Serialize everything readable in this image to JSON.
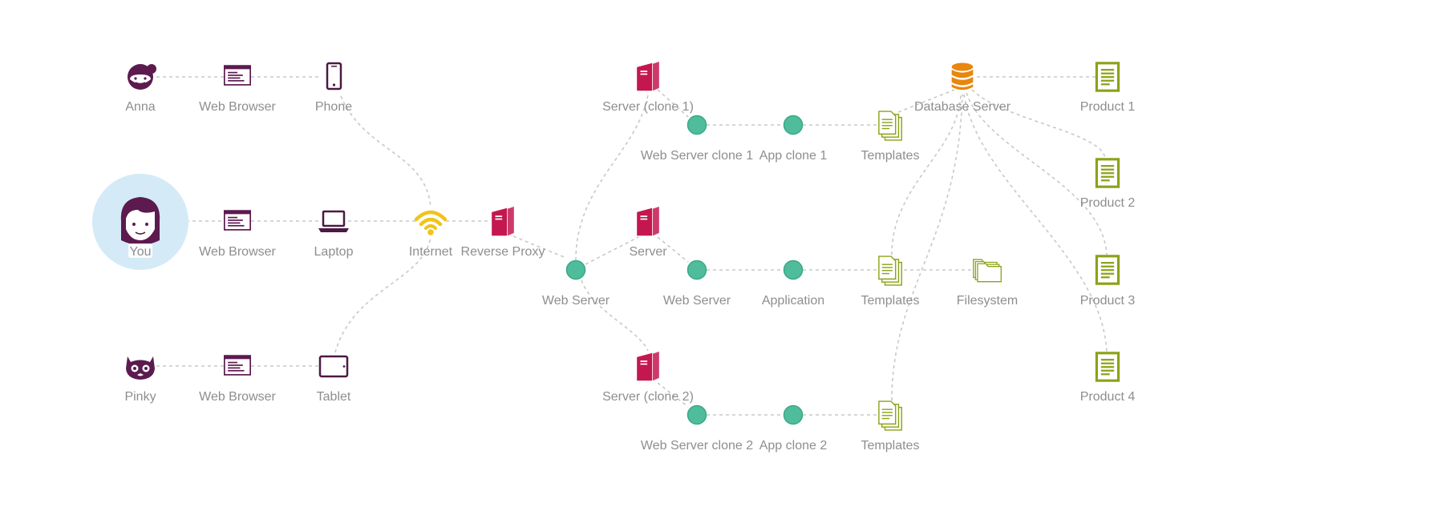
{
  "colors": {
    "person": "#5c1a4f",
    "device": "#4a1a42",
    "server": "#c4174f",
    "internet": "#f0c419",
    "process": "#4fbd9b",
    "database": "#e8860e",
    "document": "#8ba318",
    "highlight": "#d4eaf7",
    "edge": "#c8c8c8",
    "label": "#8e8e8e"
  },
  "nodes": {
    "anna": {
      "label": "Anna",
      "icon": "girl-face-icon"
    },
    "anna_browser": {
      "label": "Web Browser",
      "icon": "browser-window-icon"
    },
    "phone": {
      "label": "Phone",
      "icon": "phone-icon"
    },
    "you": {
      "label": "You",
      "icon": "boy-face-icon"
    },
    "you_browser": {
      "label": "Web Browser",
      "icon": "browser-window-icon"
    },
    "laptop": {
      "label": "Laptop",
      "icon": "laptop-icon"
    },
    "internet": {
      "label": "Internet",
      "icon": "wifi-icon"
    },
    "reverse_proxy": {
      "label": "Reverse Proxy",
      "icon": "server-icon"
    },
    "pinky": {
      "label": "Pinky",
      "icon": "cat-face-icon"
    },
    "pinky_browser": {
      "label": "Web Browser",
      "icon": "browser-window-icon"
    },
    "tablet": {
      "label": "Tablet",
      "icon": "tablet-icon"
    },
    "web_server": {
      "label": "Web Server",
      "icon": "circle-node-icon"
    },
    "server_clone1": {
      "label": "Server (clone 1)",
      "icon": "server-icon"
    },
    "server": {
      "label": "Server",
      "icon": "server-icon"
    },
    "server_clone2": {
      "label": "Server (clone 2)",
      "icon": "server-icon"
    },
    "ws_clone1": {
      "label": "Web Server clone 1",
      "icon": "circle-node-icon"
    },
    "ws": {
      "label": "Web Server",
      "icon": "circle-node-icon"
    },
    "ws_clone2": {
      "label": "Web Server clone 2",
      "icon": "circle-node-icon"
    },
    "app_clone1": {
      "label": "App clone 1",
      "icon": "circle-node-icon"
    },
    "app": {
      "label": "Application",
      "icon": "circle-node-icon"
    },
    "app_clone2": {
      "label": "App clone 2",
      "icon": "circle-node-icon"
    },
    "templates1": {
      "label": "Templates",
      "icon": "documents-icon"
    },
    "templates": {
      "label": "Templates",
      "icon": "documents-icon"
    },
    "templates2": {
      "label": "Templates",
      "icon": "documents-icon"
    },
    "filesystem": {
      "label": "Filesystem",
      "icon": "folders-icon"
    },
    "database": {
      "label": "Database Server",
      "icon": "database-icon"
    },
    "product1": {
      "label": "Product 1",
      "icon": "document-icon"
    },
    "product2": {
      "label": "Product 2",
      "icon": "document-icon"
    },
    "product3": {
      "label": "Product 3",
      "icon": "document-icon"
    },
    "product4": {
      "label": "Product 4",
      "icon": "document-icon"
    }
  }
}
